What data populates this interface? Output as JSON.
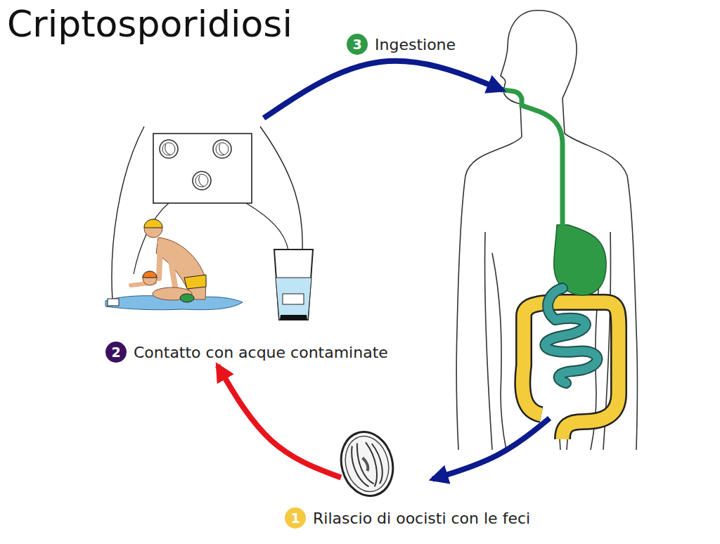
{
  "diagram": {
    "title": "Criptosporidiosi",
    "nodes": [
      {
        "text": [
          "1",
          "Rilascio di oocisti con le feci"
        ]
      },
      {
        "text": [
          "2",
          "Contatto con acque contaminate"
        ]
      },
      {
        "text": [
          "3",
          "Ingestione"
        ]
      }
    ],
    "edges": [
      {
        "from": 0,
        "to": 1,
        "arrow": "to"
      },
      {
        "from": 1,
        "to": 2,
        "arrow": "to"
      },
      {
        "from": 2,
        "to": 0,
        "arrow": "to"
      }
    ]
  }
}
